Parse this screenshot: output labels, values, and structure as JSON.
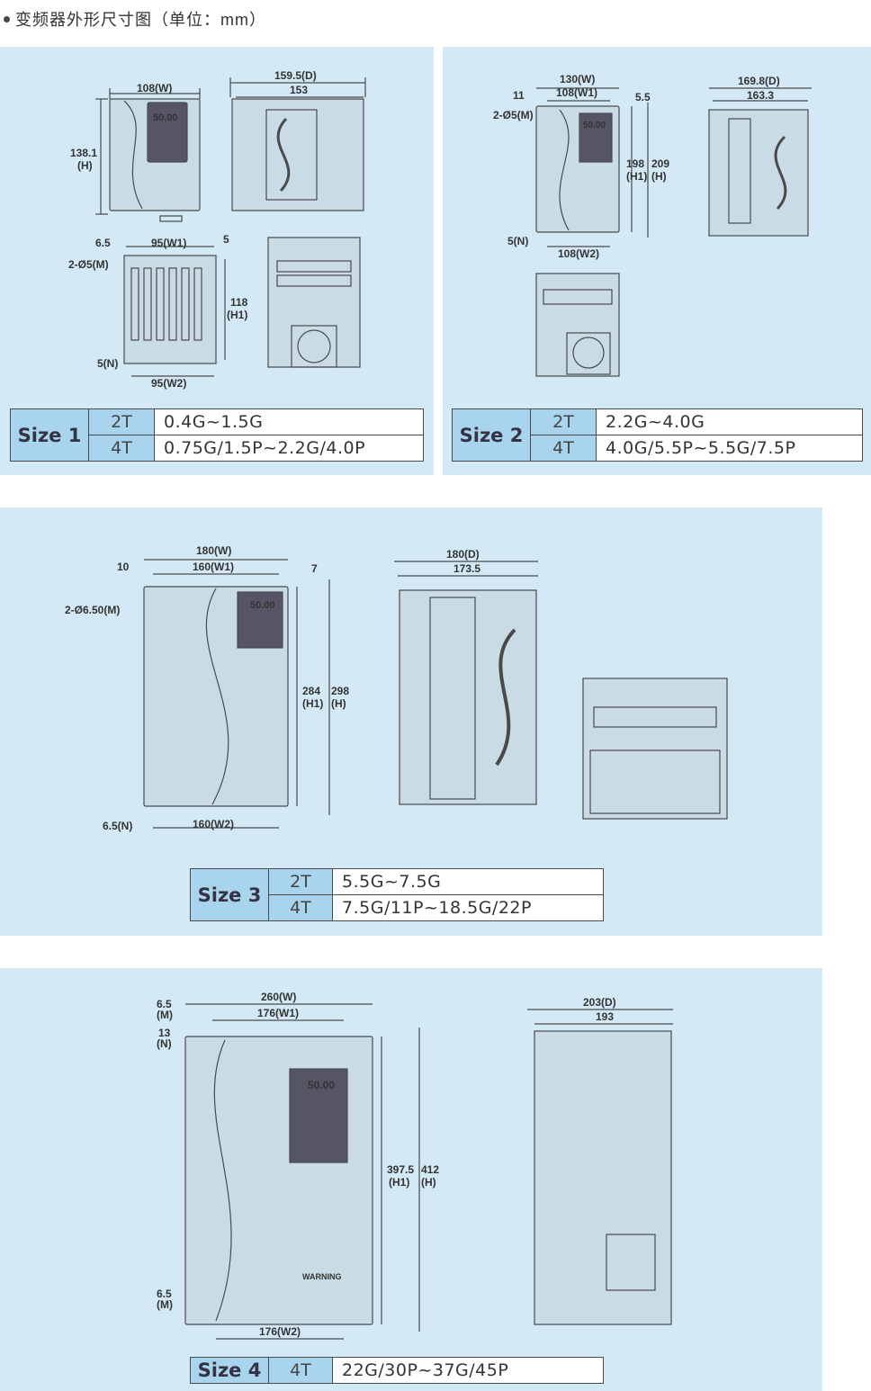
{
  "heading": "变频器外形尺寸图（单位：mm）",
  "panels": [
    {
      "size_label": "Size 1",
      "rows": [
        {
          "voltage": "2T",
          "range": "0.4G~1.5G"
        },
        {
          "voltage": "4T",
          "range": "0.75G/1.5P~2.2G/4.0P"
        }
      ],
      "dims": {
        "w": "108(W)",
        "d": "159.5(D)",
        "d2": "153",
        "h_val": "138.1",
        "h_name": "(H)",
        "n_top": "6.5",
        "w1": "95(W1)",
        "m_right": "5",
        "holes": "2-Ø5(M)",
        "h1_val": "118",
        "h1_name": "(H1)",
        "n_bottom": "5(N)",
        "w2": "95(W2)",
        "display": "50.00"
      }
    },
    {
      "size_label": "Size 2",
      "rows": [
        {
          "voltage": "2T",
          "range": "2.2G~4.0G"
        },
        {
          "voltage": "4T",
          "range": "4.0G/5.5P~5.5G/7.5P"
        }
      ],
      "dims": {
        "w": "130(W)",
        "w1": "108(W1)",
        "left_off": "11",
        "right_off": "5.5",
        "holes": "2-Ø5(M)",
        "h1_val": "198",
        "h1_name": "(H1)",
        "h_val": "209",
        "h_name": "(H)",
        "n": "5(N)",
        "w2": "108(W2)",
        "d": "169.8(D)",
        "d2": "163.3",
        "display": "50.00"
      }
    },
    {
      "size_label": "Size 3",
      "rows": [
        {
          "voltage": "2T",
          "range": "5.5G~7.5G"
        },
        {
          "voltage": "4T",
          "range": "7.5G/11P~18.5G/22P"
        }
      ],
      "dims": {
        "w": "180(W)",
        "w1": "160(W1)",
        "left_off": "10",
        "right_off": "7",
        "holes": "2-Ø6.50(M)",
        "h1_val": "284",
        "h1_name": "(H1)",
        "h_val": "298",
        "h_name": "(H)",
        "n": "6.5(N)",
        "w2": "160(W2)",
        "d": "180(D)",
        "d2": "173.5",
        "display": "50.00"
      }
    },
    {
      "size_label": "Size 4",
      "rows": [
        {
          "voltage": "4T",
          "range": "22G/30P~37G/45P"
        }
      ],
      "dims": {
        "m_val": "6.5",
        "m_name": "(M)",
        "n_val": "13",
        "n_name": "(N)",
        "w": "260(W)",
        "w1": "176(W1)",
        "m2_val": "6.5",
        "m2_name": "(M)",
        "w2": "176(W2)",
        "h1_val": "397.5",
        "h1_name": "(H1)",
        "h_val": "412",
        "h_name": "(H)",
        "d": "203(D)",
        "d2": "193",
        "display": "50.00",
        "warning": "WARNING"
      }
    }
  ],
  "colors": {
    "panel_bg": "#d3eaf6",
    "header_cell": "#a9d4ed",
    "device_body": "#c9dce6",
    "line": "#4a4a4a"
  }
}
